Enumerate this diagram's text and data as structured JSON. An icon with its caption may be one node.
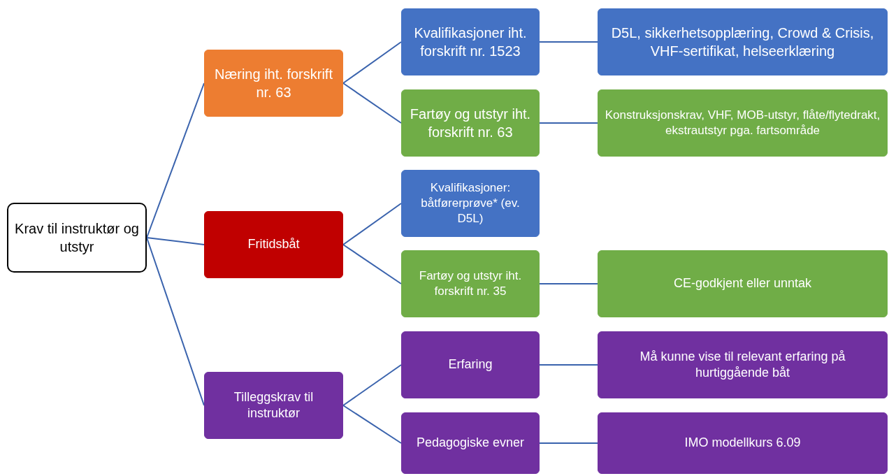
{
  "diagram": {
    "nodes": [
      {
        "text": [
          "Krav til instruktør og utstyr"
        ]
      },
      {
        "text": [
          "Næring iht. forskrift nr. 63"
        ]
      },
      {
        "text": [
          "Fritidsbåt"
        ]
      },
      {
        "text": [
          "Tilleggskrav til instruktør"
        ]
      },
      {
        "text": [
          "Kvalifikasjoner iht. forskrift nr. 1523"
        ]
      },
      {
        "text": [
          "Fartøy og utstyr iht. forskrift nr. 63"
        ]
      },
      {
        "text": [
          "Kvalifikasjoner: båtførerprøve* (ev. D5L)"
        ]
      },
      {
        "text": [
          "Fartøy og utstyr iht. forskrift nr. 35"
        ]
      },
      {
        "text": [
          "Erfaring"
        ]
      },
      {
        "text": [
          "Pedagogiske evner"
        ]
      },
      {
        "text": [
          "D5L, sikkerhetsopplæring, Crowd & Crisis, VHF-sertifikat, helseerklæring"
        ]
      },
      {
        "text": [
          "Konstruksjonskrav, VHF, MOB-utstyr, flåte/flytedrakt, ekstrautstyr pga. fartsområde"
        ]
      },
      {
        "text": [
          "CE-godkjent eller unntak"
        ]
      },
      {
        "text": [
          "Må kunne vise til relevant erfaring på hurtiggående båt"
        ]
      },
      {
        "text": [
          "IMO modellkurs 6.09"
        ]
      }
    ],
    "edges": [
      {
        "from": 0,
        "to": 1,
        "arrow": "none"
      },
      {
        "from": 0,
        "to": 2,
        "arrow": "none"
      },
      {
        "from": 0,
        "to": 3,
        "arrow": "none"
      },
      {
        "from": 1,
        "to": 4,
        "arrow": "none"
      },
      {
        "from": 1,
        "to": 5,
        "arrow": "none"
      },
      {
        "from": 2,
        "to": 6,
        "arrow": "none"
      },
      {
        "from": 2,
        "to": 7,
        "arrow": "none"
      },
      {
        "from": 3,
        "to": 8,
        "arrow": "none"
      },
      {
        "from": 3,
        "to": 9,
        "arrow": "none"
      },
      {
        "from": 4,
        "to": 10,
        "arrow": "none"
      },
      {
        "from": 5,
        "to": 11,
        "arrow": "none"
      },
      {
        "from": 7,
        "to": 12,
        "arrow": "none"
      },
      {
        "from": 8,
        "to": 13,
        "arrow": "none"
      },
      {
        "from": 9,
        "to": 14,
        "arrow": "none"
      }
    ]
  }
}
